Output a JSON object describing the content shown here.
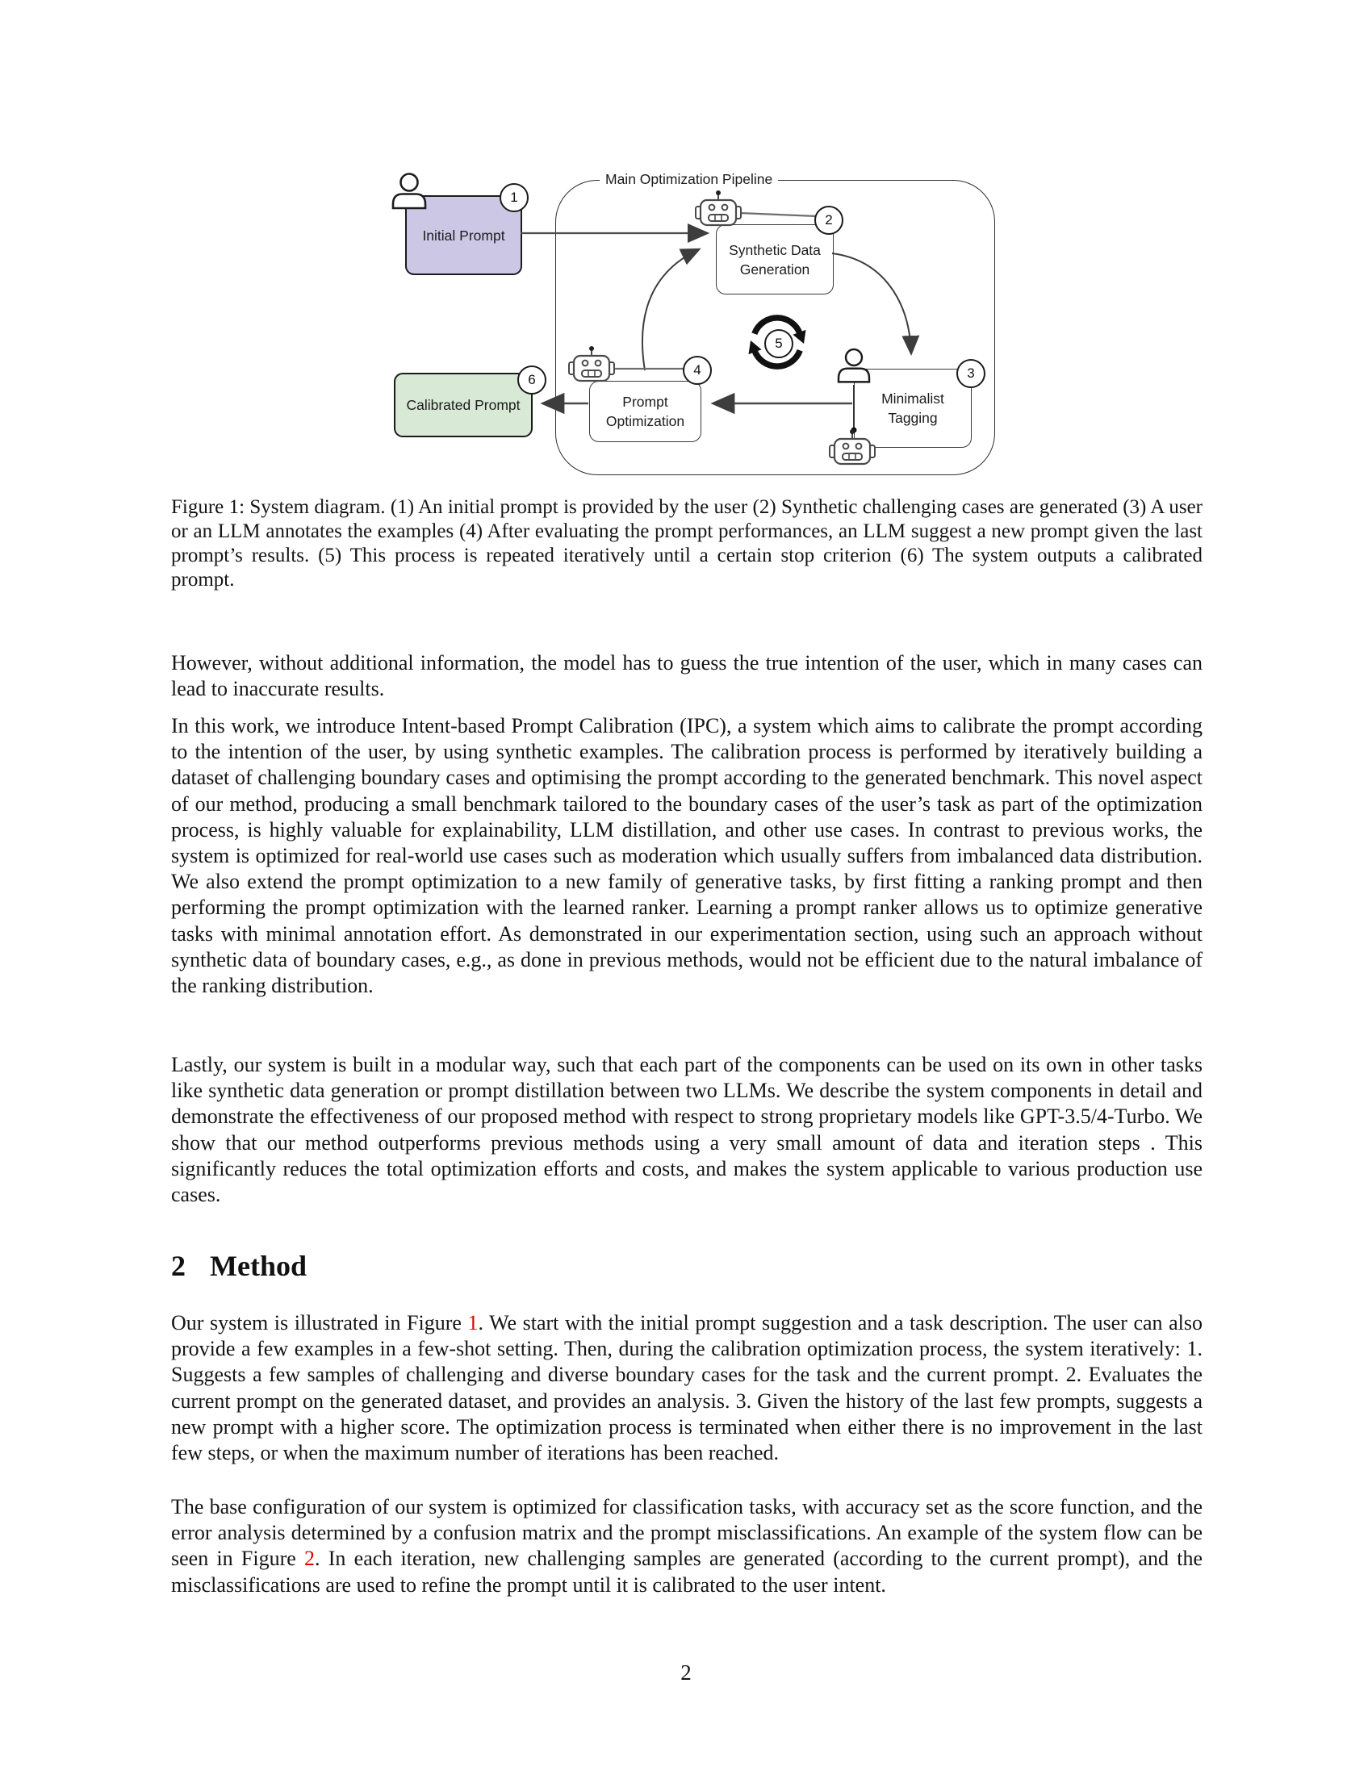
{
  "figure": {
    "pipeline_label": "Main Optimization Pipeline",
    "boxes": {
      "initial_prompt": "Initial Prompt",
      "synthetic_data": {
        "line1": "Synthetic Data",
        "line2": "Generation"
      },
      "minimalist_tagging": {
        "line1": "Minimalist",
        "line2": "Tagging"
      },
      "prompt_optimization": {
        "line1": "Prompt",
        "line2": "Optimization"
      },
      "calibrated_prompt": "Calibrated Prompt"
    },
    "steps": {
      "s1": "1",
      "s2": "2",
      "s3": "3",
      "s4": "4",
      "s5": "5",
      "s6": "6"
    },
    "icons": [
      "user-icon",
      "robot-icon",
      "refresh-cycle-icon"
    ],
    "colors": {
      "initial_prompt_fill": "#cdc7e6",
      "calibrated_prompt_fill": "#d8e9d6",
      "line_color": "#4a4a4a",
      "border_color": "#1b1b1b"
    }
  },
  "caption": {
    "text": "Figure 1: System diagram. (1) An initial prompt is provided by the user (2) Synthetic challenging cases are generated (3) A user or an LLM annotates the examples (4) After evaluating the prompt performances, an LLM suggest a new prompt given the last prompt’s results.  (5) This process is repeated iteratively until a certain stop criterion (6) The system outputs a calibrated prompt."
  },
  "body": {
    "p1": "However, without additional information, the model has to guess the true intention of the user, which in many cases can lead to inaccurate results.",
    "p2": "In this work, we introduce Intent-based Prompt Calibration (IPC), a system which aims to calibrate the prompt according to the intention of the user, by using synthetic examples.  The calibration process is performed by iteratively building a dataset of challenging boundary cases and optimising the prompt according to the generated benchmark.  This novel aspect of our method, producing a small benchmark tailored to the boundary cases of the user’s task as part of the optimization process, is highly valuable for explainability, LLM distillation, and other use cases. In contrast to previous works, the system is optimized for real-world use cases such as moderation which usually suffers from imbalanced data distribution.  We also extend the prompt optimization to a new family of generative tasks, by first fitting a ranking prompt and then performing the prompt optimization with the learned ranker. Learning a prompt ranker allows us to optimize generative tasks with minimal annotation effort. As demonstrated in our experimentation section, using such an approach without synthetic data of boundary cases, e.g., as done in previous methods, would not be efficient due to the natural imbalance of the ranking distribution.",
    "p3": "Lastly, our system is built in a modular way, such that each part of the components can be used on its own in other tasks like synthetic data generation or prompt distillation between two LLMs. We describe the system components in detail and demonstrate the effectiveness of our proposed method with respect to strong proprietary models like GPT-3.5/4-Turbo. We show that our method outperforms previous methods using a very small amount of data and iteration steps . This significantly reduces the total optimization efforts and costs, and makes the system applicable to various production use cases."
  },
  "section": {
    "number": "2",
    "title": "Method"
  },
  "method": {
    "p1_pre": "Our system is illustrated in Figure ",
    "p1_ref": "1",
    "p1_post": ". We start with the initial prompt suggestion and a task description. The user can also provide a few examples in a few-shot setting.  Then, during the calibration optimization process, the system iteratively: 1. Suggests a few samples of challenging and diverse boundary cases for the task and the current prompt. 2. Evaluates the current prompt on the generated dataset, and provides an analysis. 3. Given the history of the last few prompts, suggests a new prompt with a higher score. The optimization process is terminated when either there is no improvement in the last few steps, or when the maximum number of iterations has been reached.",
    "p2_pre": "The base configuration of our system is optimized for classification tasks, with accuracy set as the score function, and the error analysis determined by a confusion matrix and the prompt misclassifications. An example of the system flow can be seen in Figure ",
    "p2_ref": "2",
    "p2_post": ". In each iteration, new challenging samples are generated (according to the current prompt), and the misclassifications are used to refine the prompt until it is calibrated to the user intent.",
    "ref_color": "#e60000"
  },
  "page_number": "2"
}
